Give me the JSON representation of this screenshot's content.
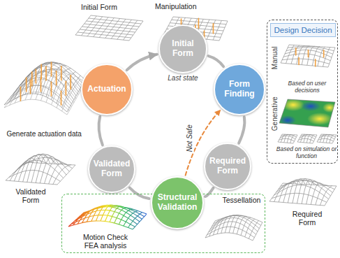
{
  "diagram": {
    "nodes": [
      {
        "text": [
          "Initial Form",
          "Last state"
        ]
      },
      {
        "text": [
          "Form Finding"
        ]
      },
      {
        "text": [
          "Required Form"
        ]
      },
      {
        "text": [
          "Structural Validation"
        ]
      },
      {
        "text": [
          "Validated Form"
        ]
      },
      {
        "text": [
          "Actuation"
        ]
      },
      {
        "text": [
          "Manual",
          "Based on user decisions",
          "Generative",
          "Based on simulation or function"
        ]
      },
      {
        "text": [
          "Design Decision"
        ],
        "in": 6
      },
      {
        "text": [
          "Motion Check FEA analysis"
        ]
      }
    ],
    "edges": [
      {
        "from": 0,
        "to": 1,
        "arrow": "none"
      },
      {
        "from": 1,
        "to": 2,
        "arrow": "none"
      },
      {
        "from": 2,
        "to": 3,
        "arrow": "none"
      },
      {
        "from": 3,
        "to": 4,
        "arrow": "none"
      },
      {
        "from": 4,
        "to": 5,
        "arrow": "none"
      },
      {
        "from": 5,
        "to": 0,
        "arrow": "to"
      },
      {
        "from": 3,
        "to": 1,
        "label": "Not Safe",
        "arrow": "to"
      }
    ],
    "labels": [
      "Initial Form",
      "Manipulation",
      "Generate actuation data",
      "Validated Form",
      "Tessellation",
      "Required Form"
    ]
  }
}
